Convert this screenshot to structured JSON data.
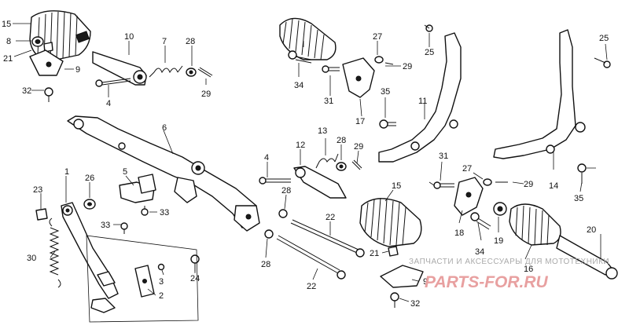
{
  "callouts": [
    "1",
    "2",
    "3",
    "4",
    "5",
    "6",
    "7",
    "8",
    "9",
    "10",
    "11",
    "12",
    "13",
    "14",
    "15",
    "16",
    "17",
    "18",
    "19",
    "20",
    "21",
    "22",
    "23",
    "24",
    "25",
    "26",
    "27",
    "28",
    "29",
    "30",
    "31",
    "32",
    "33",
    "34",
    "35"
  ],
  "watermark": {
    "text": "ЗАПЧАСТИ И АКСЕССУАРЫ ДЛЯ МОТОТЕХНИКИ",
    "logo": "PARTS-FOR.RU"
  }
}
